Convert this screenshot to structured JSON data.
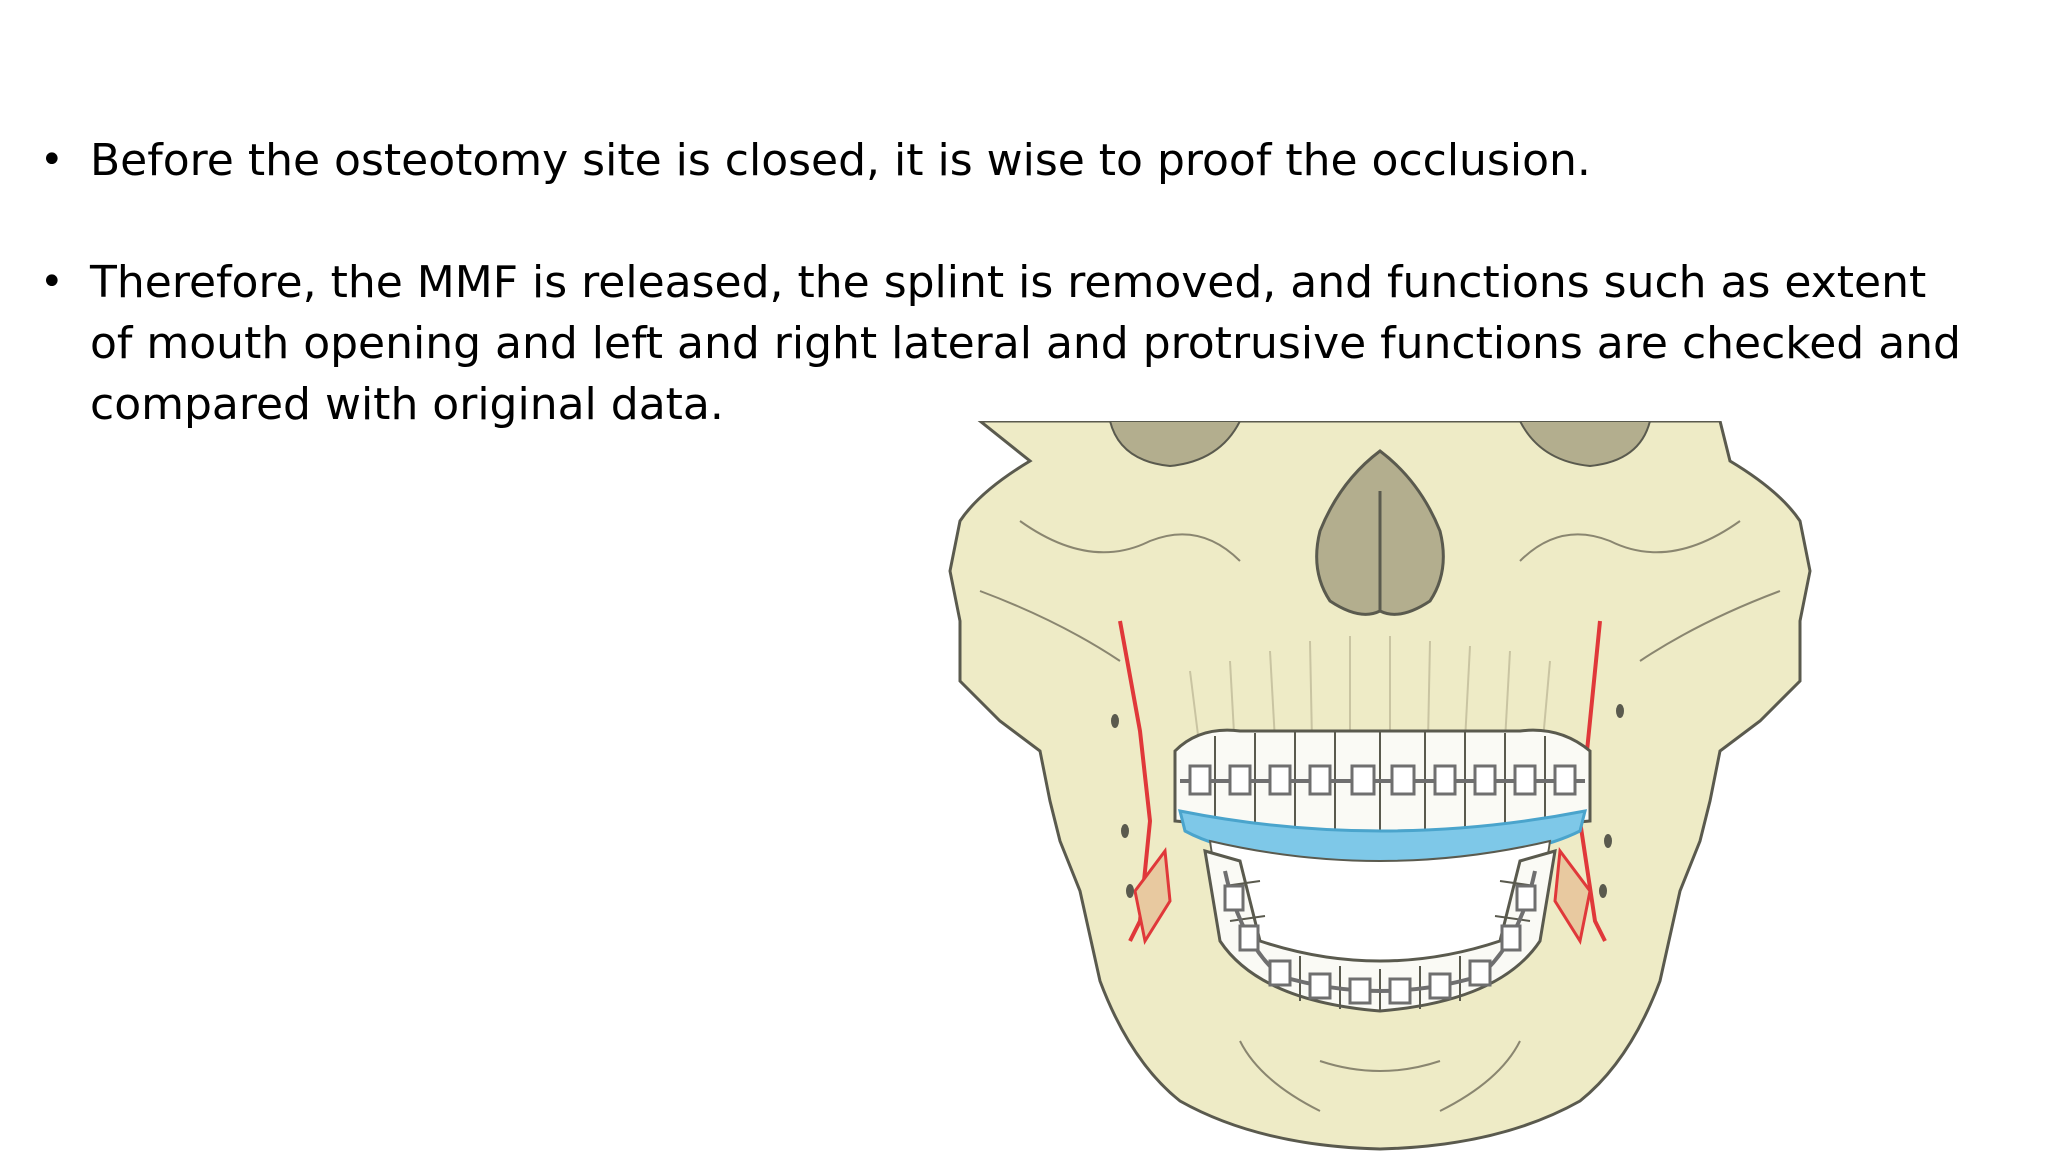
{
  "slide": {
    "bullets": [
      "Before the osteotomy site is closed, it is wise to proof the occlusion.",
      "Therefore, the MMF is released, the splint is removed, and functions such as extent of mouth opening and left and right lateral and protrusive functions are checked and compared with original data."
    ],
    "bullet_glyph": "•",
    "illustration": {
      "icon": "skull-with-braces-and-splint-illustration",
      "colors": {
        "bone": "#eeebc6",
        "bone_outline": "#5a5a4e",
        "shadow": "#b3ae8e",
        "splint": "#7ec8e8",
        "osteotomy_line": "#e0383a",
        "teeth": "#fafaf5",
        "brackets": "#6f6f6f"
      }
    }
  }
}
